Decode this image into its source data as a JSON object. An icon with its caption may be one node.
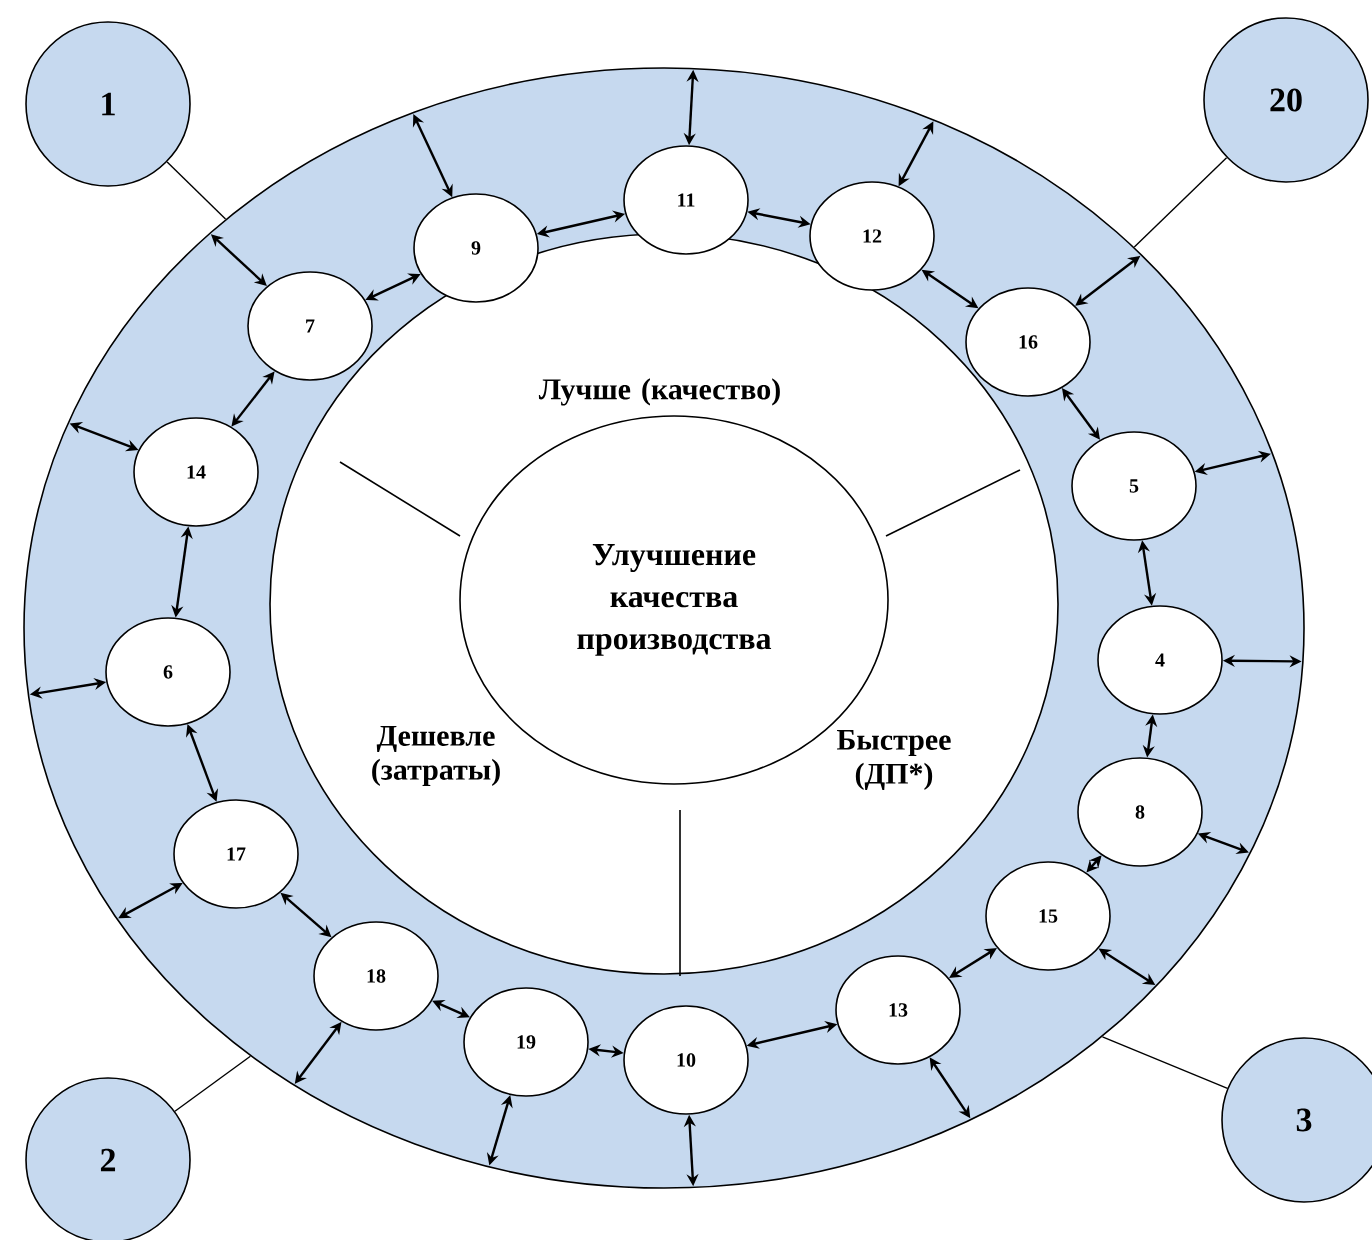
{
  "diagram": {
    "nodes": [
      {
        "text": [
          "1"
        ]
      },
      {
        "text": [
          "20"
        ]
      },
      {
        "text": [],
        "shape": "ellipse"
      },
      {
        "text": [
          "Лучше (качество)",
          "Дешевле (затраты)",
          "Быстрее (ДП*)"
        ],
        "in": 2
      },
      {
        "text": [
          "Улучшение качества производства"
        ],
        "in": 3
      },
      {
        "text": [
          "11"
        ],
        "in": 2
      },
      {
        "text": [
          "12"
        ],
        "in": 2
      },
      {
        "text": [
          "9"
        ],
        "in": 2
      },
      {
        "text": [
          "7"
        ],
        "in": 2
      },
      {
        "text": [
          "16"
        ],
        "in": 2
      },
      {
        "text": [
          "14"
        ],
        "in": 2
      },
      {
        "text": [
          "5"
        ],
        "in": 2
      },
      {
        "text": [
          "6"
        ],
        "in": 2
      },
      {
        "text": [
          "4"
        ],
        "in": 2
      },
      {
        "text": [
          "17"
        ],
        "in": 2
      },
      {
        "text": [
          "8"
        ],
        "in": 2
      },
      {
        "text": [
          "15"
        ],
        "in": 2
      },
      {
        "text": [
          "18"
        ],
        "in": 2
      },
      {
        "text": [
          "13"
        ],
        "in": 2
      },
      {
        "text": [
          "19"
        ],
        "in": 2
      },
      {
        "text": [
          "10"
        ],
        "in": 2
      },
      {
        "text": [
          "2"
        ]
      },
      {
        "text": [
          "3"
        ]
      }
    ],
    "edges": [
      {
        "from": 0,
        "to": 2,
        "arrow": "none"
      },
      {
        "from": 1,
        "to": 2,
        "arrow": "none"
      },
      {
        "from": 21,
        "to": 2,
        "arrow": "none"
      },
      {
        "from": 22,
        "to": 2,
        "arrow": "none"
      },
      {
        "from": 8,
        "to": 7,
        "arrow": "both"
      },
      {
        "from": 7,
        "to": 5,
        "arrow": "both"
      },
      {
        "from": 5,
        "to": 6,
        "arrow": "both"
      },
      {
        "from": 6,
        "to": 9,
        "arrow": "both"
      },
      {
        "from": 9,
        "to": 11,
        "arrow": "both"
      },
      {
        "from": 11,
        "to": 13,
        "arrow": "both"
      },
      {
        "from": 13,
        "to": 15,
        "arrow": "both"
      },
      {
        "from": 15,
        "to": 16,
        "arrow": "both"
      },
      {
        "from": 16,
        "to": 18,
        "arrow": "both"
      },
      {
        "from": 18,
        "to": 20,
        "arrow": "both"
      },
      {
        "from": 20,
        "to": 19,
        "arrow": "both"
      },
      {
        "from": 19,
        "to": 17,
        "arrow": "both"
      },
      {
        "from": 17,
        "to": 14,
        "arrow": "both"
      },
      {
        "from": 14,
        "to": 12,
        "arrow": "both"
      },
      {
        "from": 12,
        "to": 10,
        "arrow": "both"
      },
      {
        "from": 10,
        "to": 8,
        "arrow": "both"
      },
      {
        "from": 5,
        "to": 2,
        "arrow": "both"
      },
      {
        "from": 6,
        "to": 2,
        "arrow": "both"
      },
      {
        "from": 7,
        "to": 2,
        "arrow": "both"
      },
      {
        "from": 8,
        "to": 2,
        "arrow": "both"
      },
      {
        "from": 9,
        "to": 2,
        "arrow": "both"
      },
      {
        "from": 10,
        "to": 2,
        "arrow": "both"
      },
      {
        "from": 11,
        "to": 2,
        "arrow": "both"
      },
      {
        "from": 12,
        "to": 2,
        "arrow": "both"
      },
      {
        "from": 13,
        "to": 2,
        "arrow": "both"
      },
      {
        "from": 14,
        "to": 2,
        "arrow": "both"
      },
      {
        "from": 15,
        "to": 2,
        "arrow": "both"
      },
      {
        "from": 16,
        "to": 2,
        "arrow": "both"
      },
      {
        "from": 17,
        "to": 2,
        "arrow": "both"
      },
      {
        "from": 18,
        "to": 2,
        "arrow": "both"
      },
      {
        "from": 19,
        "to": 2,
        "arrow": "both"
      },
      {
        "from": 20,
        "to": 2,
        "arrow": "both"
      }
    ]
  }
}
